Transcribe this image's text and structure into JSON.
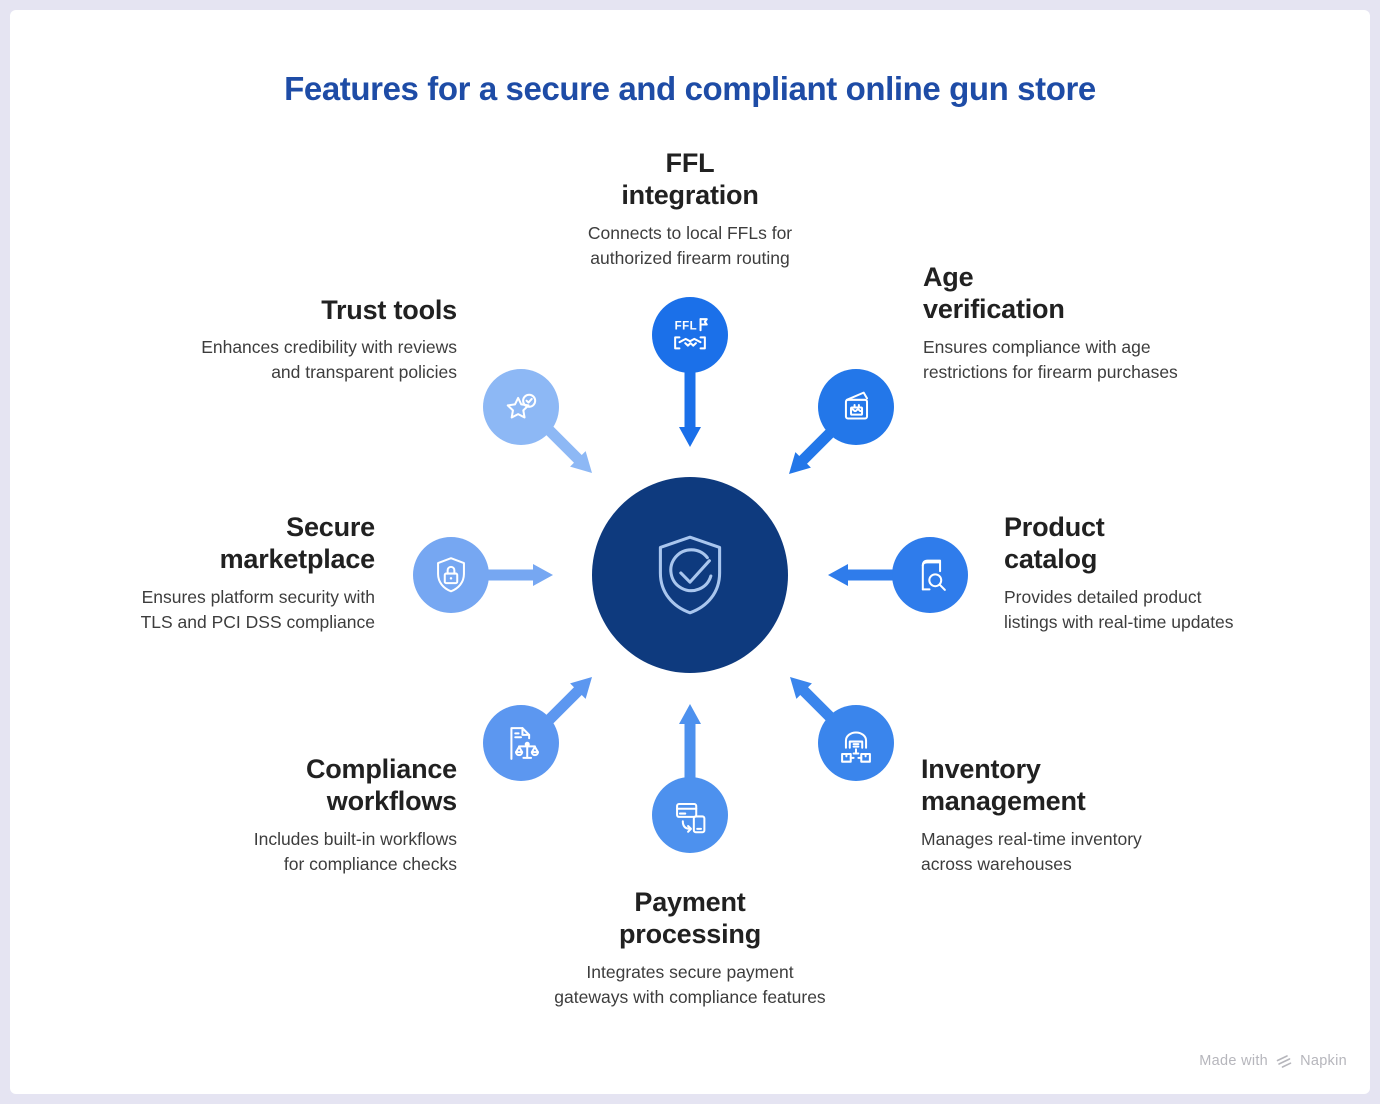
{
  "title": {
    "text": "Features for a secure and compliant online gun store",
    "color": "#1e4ca6"
  },
  "hub": {
    "icon": "shield-check-icon",
    "color": "#0e3a7e",
    "icon_stroke": "#a9c6ee"
  },
  "spokes": [
    {
      "id": "ffl-integration",
      "title": "FFL\nintegration",
      "description": "Connects to local FFLs for\nauthorized firearm routing",
      "icon": "ffl-handshake-icon",
      "color": "#1b70e9"
    },
    {
      "id": "age-verification",
      "title": "Age\nverification",
      "description": "Ensures compliance with age\nrestrictions for firearm purchases",
      "icon": "birthday-card-icon",
      "color": "#2377e9"
    },
    {
      "id": "product-catalog",
      "title": "Product\ncatalog",
      "description": "Provides detailed product\nlistings with real-time updates",
      "icon": "book-search-icon",
      "color": "#2f7ceb"
    },
    {
      "id": "inventory-management",
      "title": "Inventory\nmanagement",
      "description": "Manages real-time inventory\nacross warehouses",
      "icon": "warehouse-boxes-icon",
      "color": "#3a85ec"
    },
    {
      "id": "payment-processing",
      "title": "Payment\nprocessing",
      "description": "Integrates secure payment\ngateways with compliance features",
      "icon": "card-phone-swap-icon",
      "color": "#4d91ee"
    },
    {
      "id": "compliance-workflows",
      "title": "Compliance\nworkflows",
      "description": "Includes built-in workflows\nfor compliance checks",
      "icon": "document-scales-icon",
      "color": "#5c97f0"
    },
    {
      "id": "secure-marketplace",
      "title": "Secure\nmarketplace",
      "description": "Ensures platform security with\nTLS and PCI DSS compliance",
      "icon": "shield-lock-icon",
      "color": "#76a7f2"
    },
    {
      "id": "trust-tools",
      "title": "Trust tools",
      "description": "Enhances credibility with reviews\nand transparent policies",
      "icon": "star-check-icon",
      "color": "#8db8f5"
    }
  ],
  "watermark": {
    "text": "Made with",
    "brand": "Napkin",
    "icon": "napkin-logo-icon",
    "color": "#b6b6bc"
  }
}
